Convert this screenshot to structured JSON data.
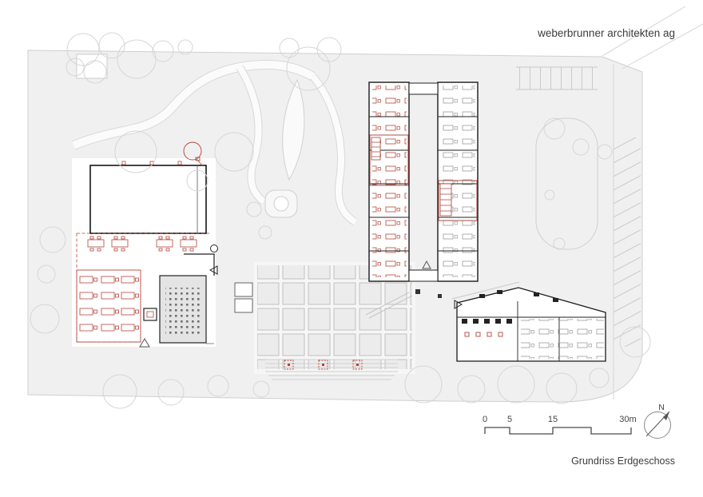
{
  "meta": {
    "firm_name": "weberbrunner architekten ag",
    "drawing_title": "Grundriss Erdgeschoss"
  },
  "scale_bar": {
    "labels": [
      "0",
      "5",
      "15",
      "30m"
    ],
    "unit": "m"
  },
  "north_arrow": {
    "label": "N"
  },
  "colors": {
    "accent_red": "#b4453a",
    "site_fill": "#f0f0f0",
    "line_black": "#1a1a1a",
    "tree_gray": "#d6d6d6",
    "text": "#3c3c3c"
  }
}
